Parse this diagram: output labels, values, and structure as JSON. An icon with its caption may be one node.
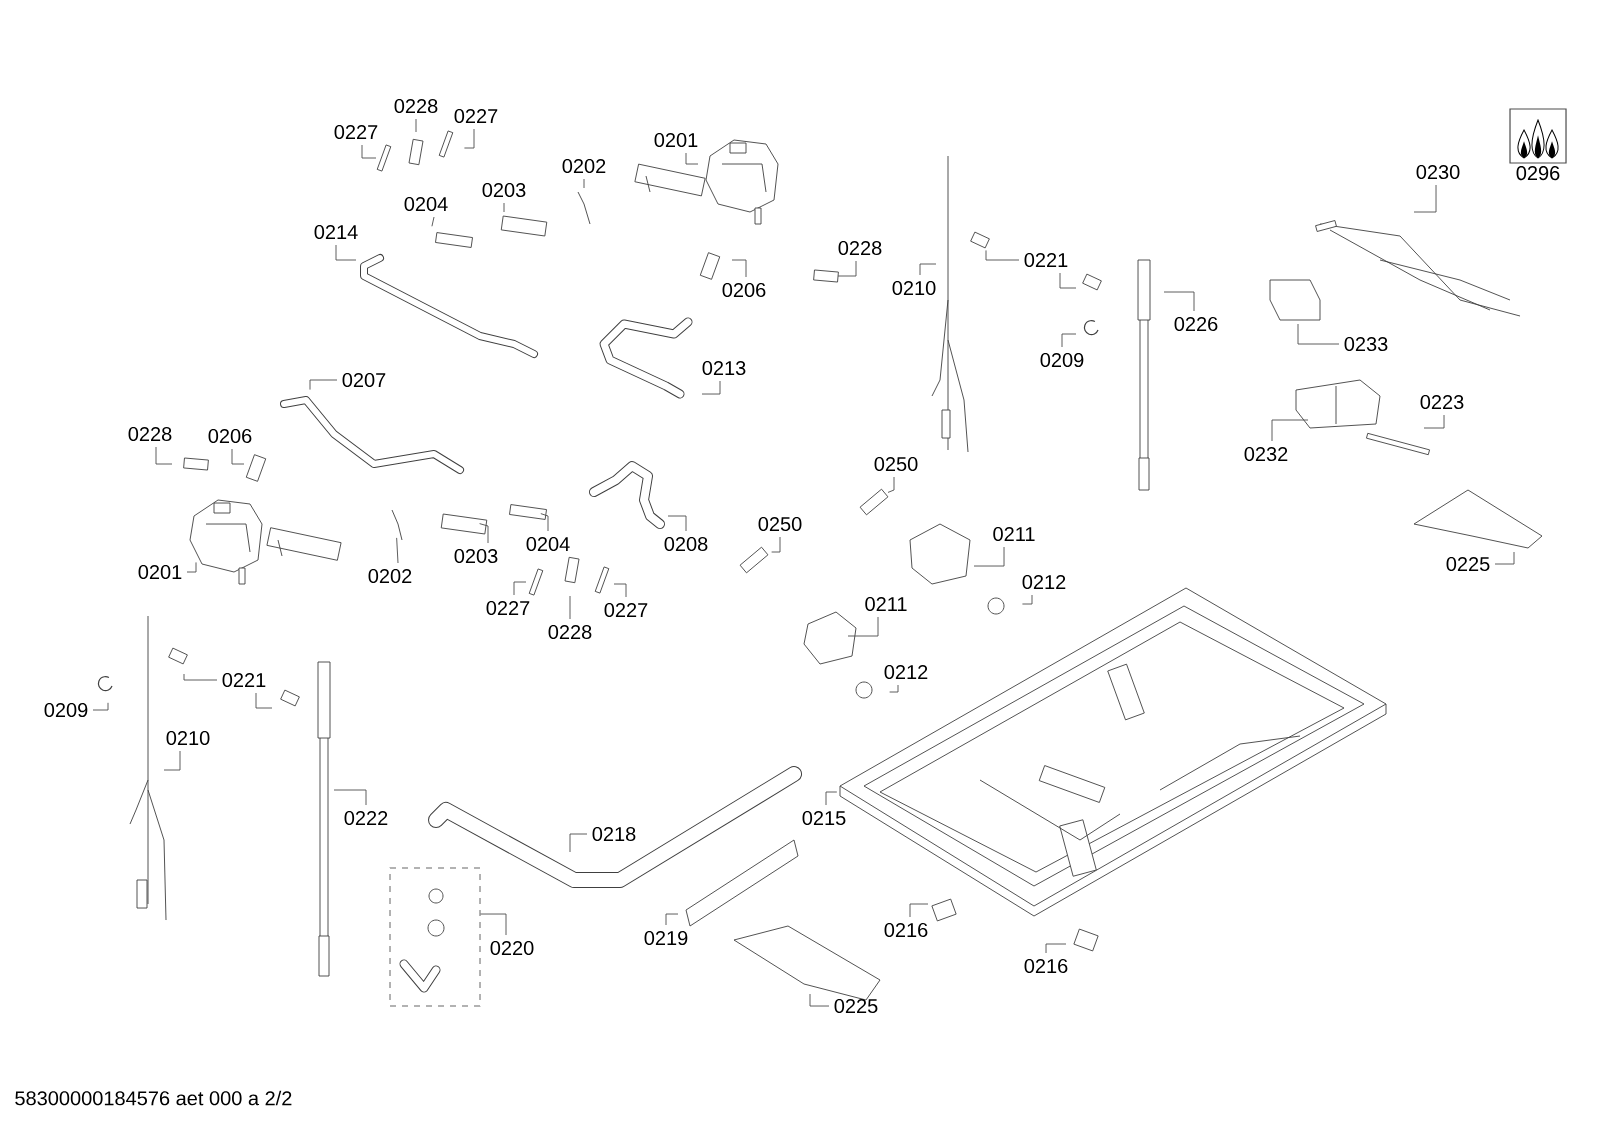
{
  "diagram": {
    "nodes": [
      {
        "text": [
          "0228"
        ]
      },
      {
        "text": [
          "0227"
        ]
      },
      {
        "text": [
          "0227"
        ]
      },
      {
        "text": [
          "0201"
        ]
      },
      {
        "text": [
          "0202"
        ]
      },
      {
        "text": [],
        "shape": "picture",
        "beside": [
          "0296"
        ]
      },
      {
        "text": [
          "0230"
        ]
      },
      {
        "text": [
          "0203"
        ]
      },
      {
        "text": [
          "0204"
        ]
      },
      {
        "text": [
          "0214"
        ]
      },
      {
        "text": [
          "0228"
        ]
      },
      {
        "text": [
          "0221"
        ]
      },
      {
        "text": [
          "0210"
        ]
      },
      {
        "text": [
          "0206"
        ]
      },
      {
        "text": [
          "0226"
        ]
      },
      {
        "text": [
          "0233"
        ]
      },
      {
        "text": [
          "0209"
        ]
      },
      {
        "text": [
          "0213"
        ]
      },
      {
        "text": [
          "0207"
        ]
      },
      {
        "text": [
          "0223"
        ]
      },
      {
        "text": [
          "0228"
        ]
      },
      {
        "text": [
          "0206"
        ]
      },
      {
        "text": [
          "0232"
        ]
      },
      {
        "text": [
          "0250"
        ]
      },
      {
        "text": [
          "0250"
        ]
      },
      {
        "text": [
          "0211"
        ]
      },
      {
        "text": [
          "0204"
        ]
      },
      {
        "text": [
          "0208"
        ]
      },
      {
        "text": [
          "0203"
        ]
      },
      {
        "text": [
          "0225"
        ]
      },
      {
        "text": [
          "0201"
        ]
      },
      {
        "text": [
          "0202"
        ]
      },
      {
        "text": [
          "0212"
        ]
      },
      {
        "text": [
          "0211"
        ]
      },
      {
        "text": [
          "0227"
        ]
      },
      {
        "text": [
          "0227"
        ]
      },
      {
        "text": [
          "0228"
        ]
      },
      {
        "text": [
          "0212"
        ]
      },
      {
        "text": [
          "0221"
        ]
      },
      {
        "text": [
          "0209"
        ]
      },
      {
        "text": [
          "0210"
        ]
      },
      {
        "text": [
          "0215"
        ]
      },
      {
        "text": [
          "0222"
        ]
      },
      {
        "text": [
          "0218"
        ]
      },
      {
        "text": [],
        "shape": "box"
      },
      {
        "text": [
          "0216"
        ]
      },
      {
        "text": [
          "0219"
        ]
      },
      {
        "text": [
          "0220"
        ]
      },
      {
        "text": [
          "0216"
        ]
      },
      {
        "text": [
          "0225"
        ]
      }
    ],
    "edges": [
      {
        "from": 0,
        "to": null,
        "arrow": "none"
      },
      {
        "from": 1,
        "to": null,
        "arrow": "none"
      },
      {
        "from": 2,
        "to": null,
        "arrow": "none"
      },
      {
        "from": 3,
        "to": null,
        "arrow": "none"
      },
      {
        "from": 4,
        "to": null,
        "arrow": "none"
      },
      {
        "from": 6,
        "to": null,
        "arrow": "none"
      },
      {
        "from": 7,
        "to": null,
        "arrow": "none"
      },
      {
        "from": 8,
        "to": null,
        "arrow": "none"
      },
      {
        "from": 9,
        "to": null,
        "arrow": "none"
      },
      {
        "from": 10,
        "to": null,
        "arrow": "none"
      },
      {
        "from": 11,
        "to": null,
        "arrow": "none"
      },
      {
        "from": 11,
        "to": null,
        "arrow": "none"
      },
      {
        "from": 12,
        "to": null,
        "arrow": "none"
      },
      {
        "from": 13,
        "to": null,
        "arrow": "none"
      },
      {
        "from": 14,
        "to": null,
        "arrow": "none"
      },
      {
        "from": 15,
        "to": null,
        "arrow": "none"
      },
      {
        "from": 16,
        "to": null,
        "arrow": "none"
      },
      {
        "from": 17,
        "to": null,
        "arrow": "none"
      },
      {
        "from": 18,
        "to": null,
        "arrow": "none"
      },
      {
        "from": 19,
        "to": null,
        "arrow": "none"
      },
      {
        "from": 20,
        "to": null,
        "arrow": "none"
      },
      {
        "from": 21,
        "to": null,
        "arrow": "none"
      },
      {
        "from": 22,
        "to": null,
        "arrow": "none"
      },
      {
        "from": 23,
        "to": null,
        "arrow": "none"
      },
      {
        "from": 24,
        "to": null,
        "arrow": "none"
      },
      {
        "from": 25,
        "to": null,
        "arrow": "none"
      },
      {
        "from": 26,
        "to": null,
        "arrow": "none"
      },
      {
        "from": 27,
        "to": null,
        "arrow": "none"
      },
      {
        "from": 28,
        "to": null,
        "arrow": "none"
      },
      {
        "from": 29,
        "to": null,
        "arrow": "none"
      },
      {
        "from": 30,
        "to": null,
        "arrow": "none"
      },
      {
        "from": 31,
        "to": null,
        "arrow": "none"
      },
      {
        "from": 32,
        "to": null,
        "arrow": "none"
      },
      {
        "from": 33,
        "to": null,
        "arrow": "none"
      },
      {
        "from": 34,
        "to": null,
        "arrow": "none"
      },
      {
        "from": 35,
        "to": null,
        "arrow": "none"
      },
      {
        "from": 36,
        "to": null,
        "arrow": "none"
      },
      {
        "from": 37,
        "to": null,
        "arrow": "none"
      },
      {
        "from": 38,
        "to": null,
        "arrow": "none"
      },
      {
        "from": 38,
        "to": null,
        "arrow": "none"
      },
      {
        "from": 39,
        "to": null,
        "arrow": "none"
      },
      {
        "from": 40,
        "to": null,
        "arrow": "none"
      },
      {
        "from": 41,
        "to": null,
        "arrow": "none"
      },
      {
        "from": 42,
        "to": null,
        "arrow": "none"
      },
      {
        "from": 43,
        "to": null,
        "arrow": "none"
      },
      {
        "from": 45,
        "to": null,
        "arrow": "none"
      },
      {
        "from": 46,
        "to": null,
        "arrow": "none"
      },
      {
        "from": 47,
        "to": 44,
        "arrow": "none"
      },
      {
        "from": 48,
        "to": null,
        "arrow": "none"
      },
      {
        "from": 49,
        "to": null,
        "arrow": "none"
      }
    ],
    "labels": [
      "58300000184576 aet 000 a 2/2"
    ]
  }
}
